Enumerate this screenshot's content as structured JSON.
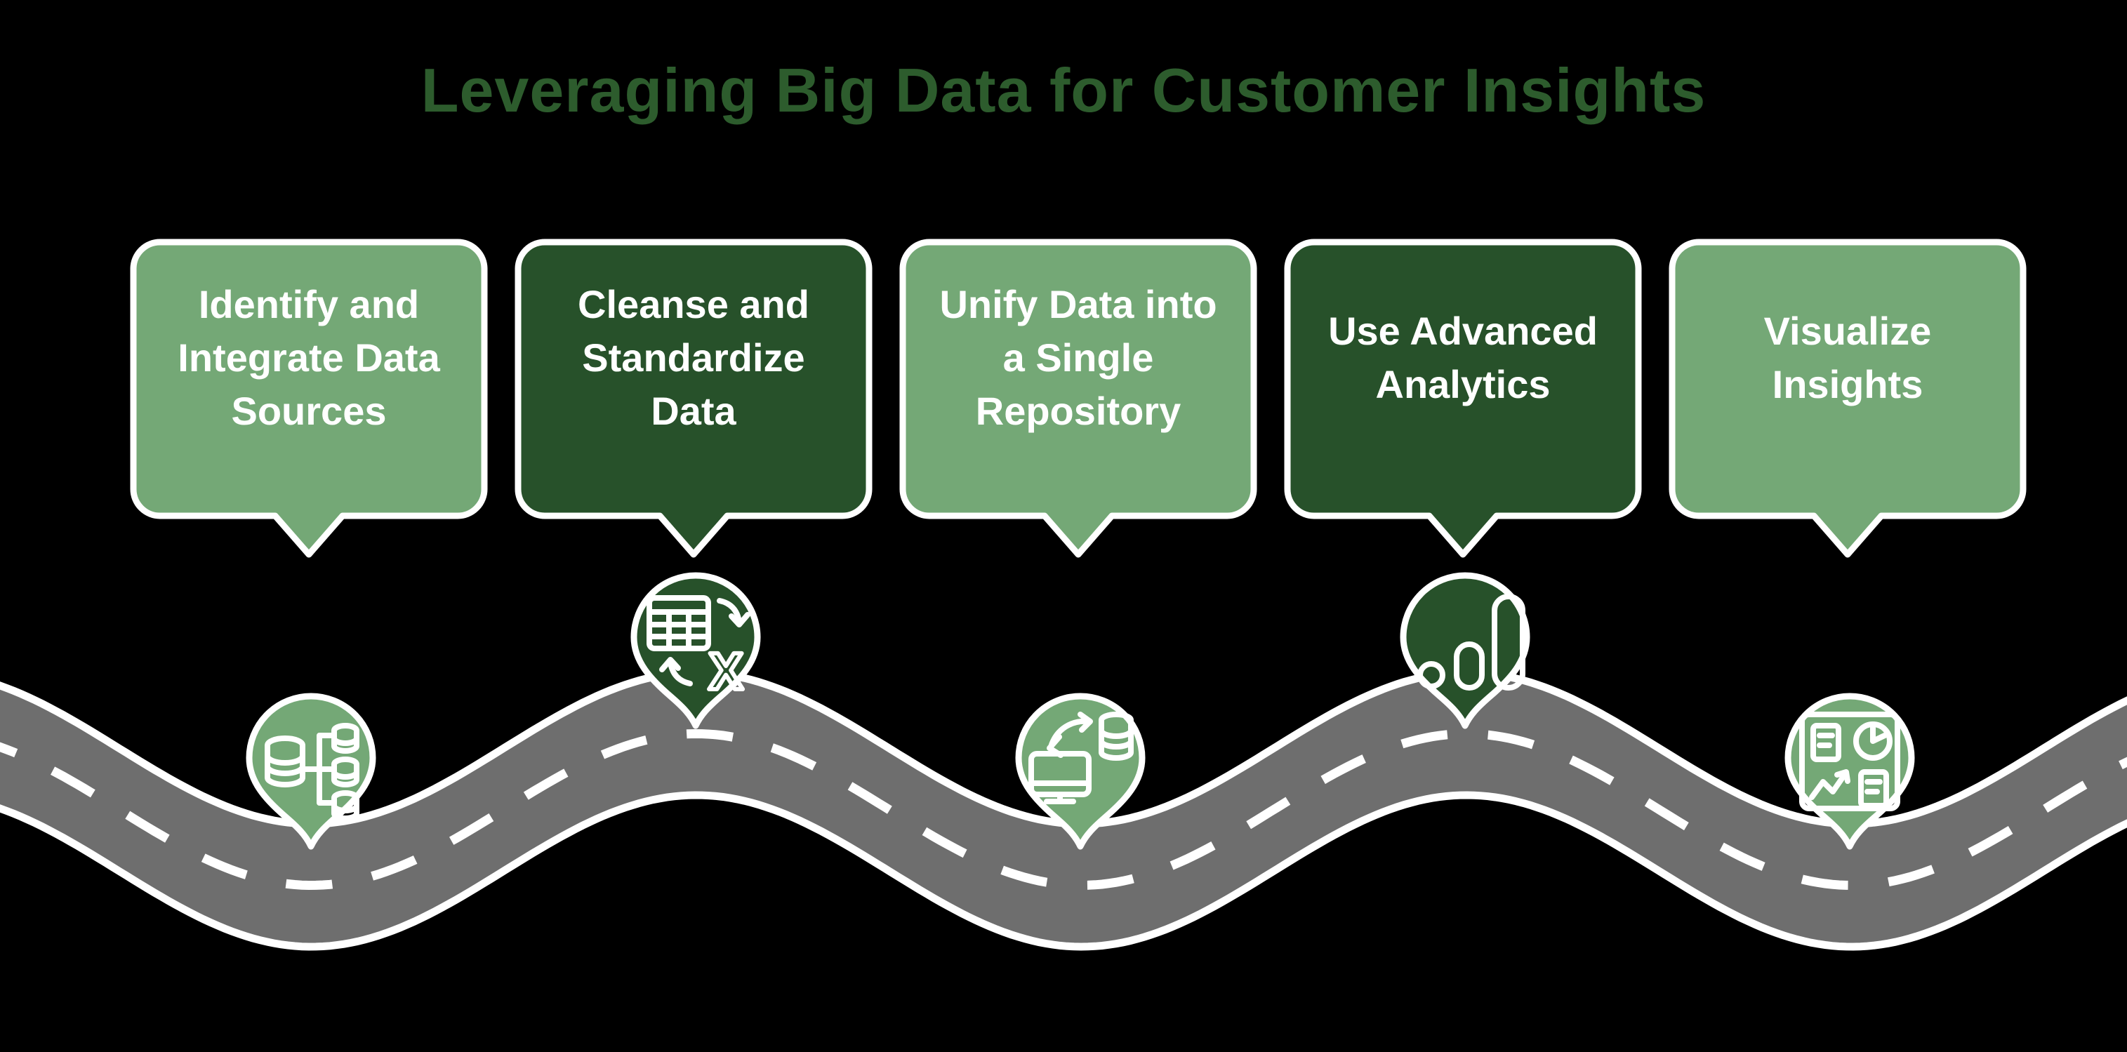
{
  "title": "Leveraging Big Data for Customer Insights",
  "steps": [
    {
      "label": "Identify and Integrate Data Sources",
      "theme": "light",
      "icon": "database-integration-icon"
    },
    {
      "label": "Cleanse and Standardize Data",
      "theme": "dark",
      "icon": "table-to-excel-conversion-icon"
    },
    {
      "label": "Unify Data into a Single Repository",
      "theme": "light",
      "icon": "computer-database-sync-icon"
    },
    {
      "label": "Use Advanced Analytics",
      "theme": "dark",
      "icon": "analytics-bars-icon"
    },
    {
      "label": "Visualize Insights",
      "theme": "light",
      "icon": "dashboard-charts-icon"
    }
  ],
  "colors": {
    "background": "#000000",
    "title_green": "#2D5C2D",
    "light_green": "#74A876",
    "dark_green": "#27512A",
    "road_gray": "#6E6E6E",
    "line_white": "#FFFFFF"
  }
}
